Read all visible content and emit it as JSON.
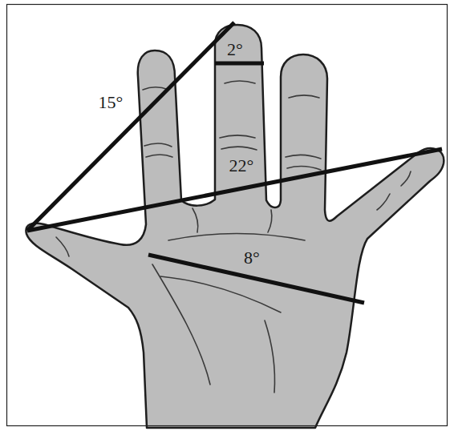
{
  "diagram": {
    "labels": [
      "2°",
      "15°",
      "22°",
      "8°"
    ]
  }
}
